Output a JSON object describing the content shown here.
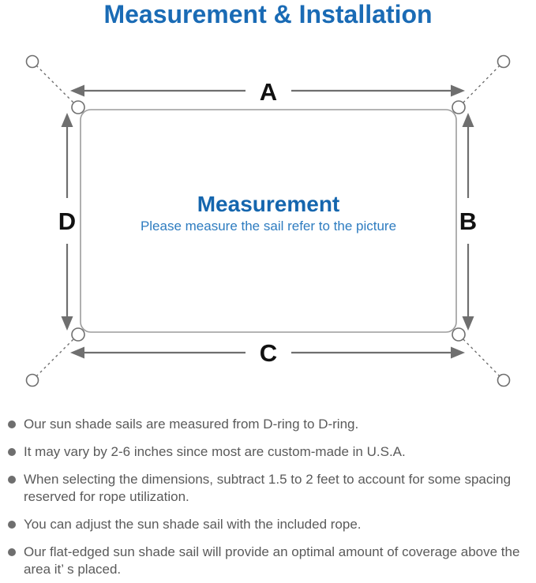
{
  "page": {
    "title": "Measurement & Installation"
  },
  "diagram": {
    "labels": {
      "top": "A",
      "right": "B",
      "bottom": "C",
      "left": "D"
    },
    "center_heading": "Measurement",
    "center_subtitle": "Please measure the sail refer to the picture",
    "colors": {
      "title_blue": "#1a6bb5",
      "heading_blue": "#1566ae",
      "subtitle_blue": "#2e7cc0",
      "line_gray": "#6f6f6f",
      "sail_outline_gray": "#9c9c9c",
      "label_black": "#111111",
      "bullet_text_gray": "#5a5a5a"
    },
    "icons": [
      "anchor-ring-icon",
      "d-ring-icon",
      "dashed-tether",
      "dimension-arrow"
    ]
  },
  "bullets": {
    "items": [
      "Our sun shade sails are measured from D-ring to D-ring.",
      "It may vary by 2-6 inches since most are custom-made in U.S.A.",
      "When selecting the dimensions, subtract 1.5 to 2 feet to account for some spacing reserved for rope utilization.",
      "You can adjust the sun shade sail with the included rope.",
      "Our flat-edged sun shade sail will provide an optimal amount of coverage above the area it’ s placed."
    ]
  }
}
